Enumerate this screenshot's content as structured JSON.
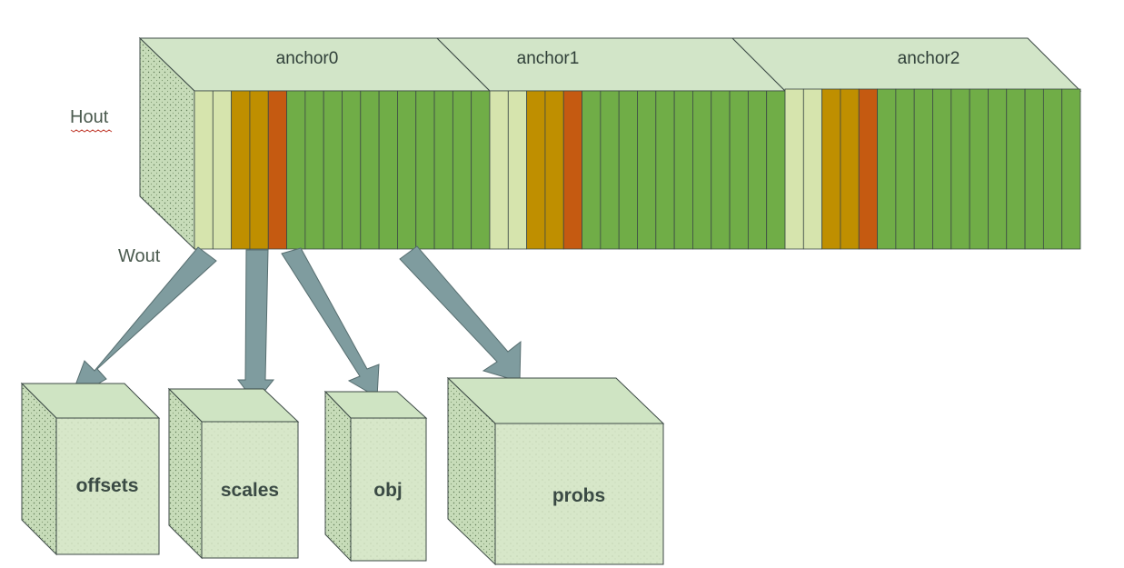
{
  "anchors": [
    {
      "label": "anchor0"
    },
    {
      "label": "anchor1"
    },
    {
      "label": "anchor2"
    }
  ],
  "axes": {
    "hout": "Hout",
    "wout": "Wout"
  },
  "outputs": [
    {
      "label": "offsets"
    },
    {
      "label": "scales"
    },
    {
      "label": "obj"
    },
    {
      "label": "probs"
    }
  ],
  "colors": {
    "cube_face": "#d2e5c8",
    "cube_side": "#c6ddbb",
    "offset_channel": "#d6e4ad",
    "scale_channel": "#bf8f00",
    "obj_channel": "#c55a11",
    "class_channel": "#70ad47",
    "arrow": "#7f9c9f",
    "stroke": "#3d4a46"
  }
}
